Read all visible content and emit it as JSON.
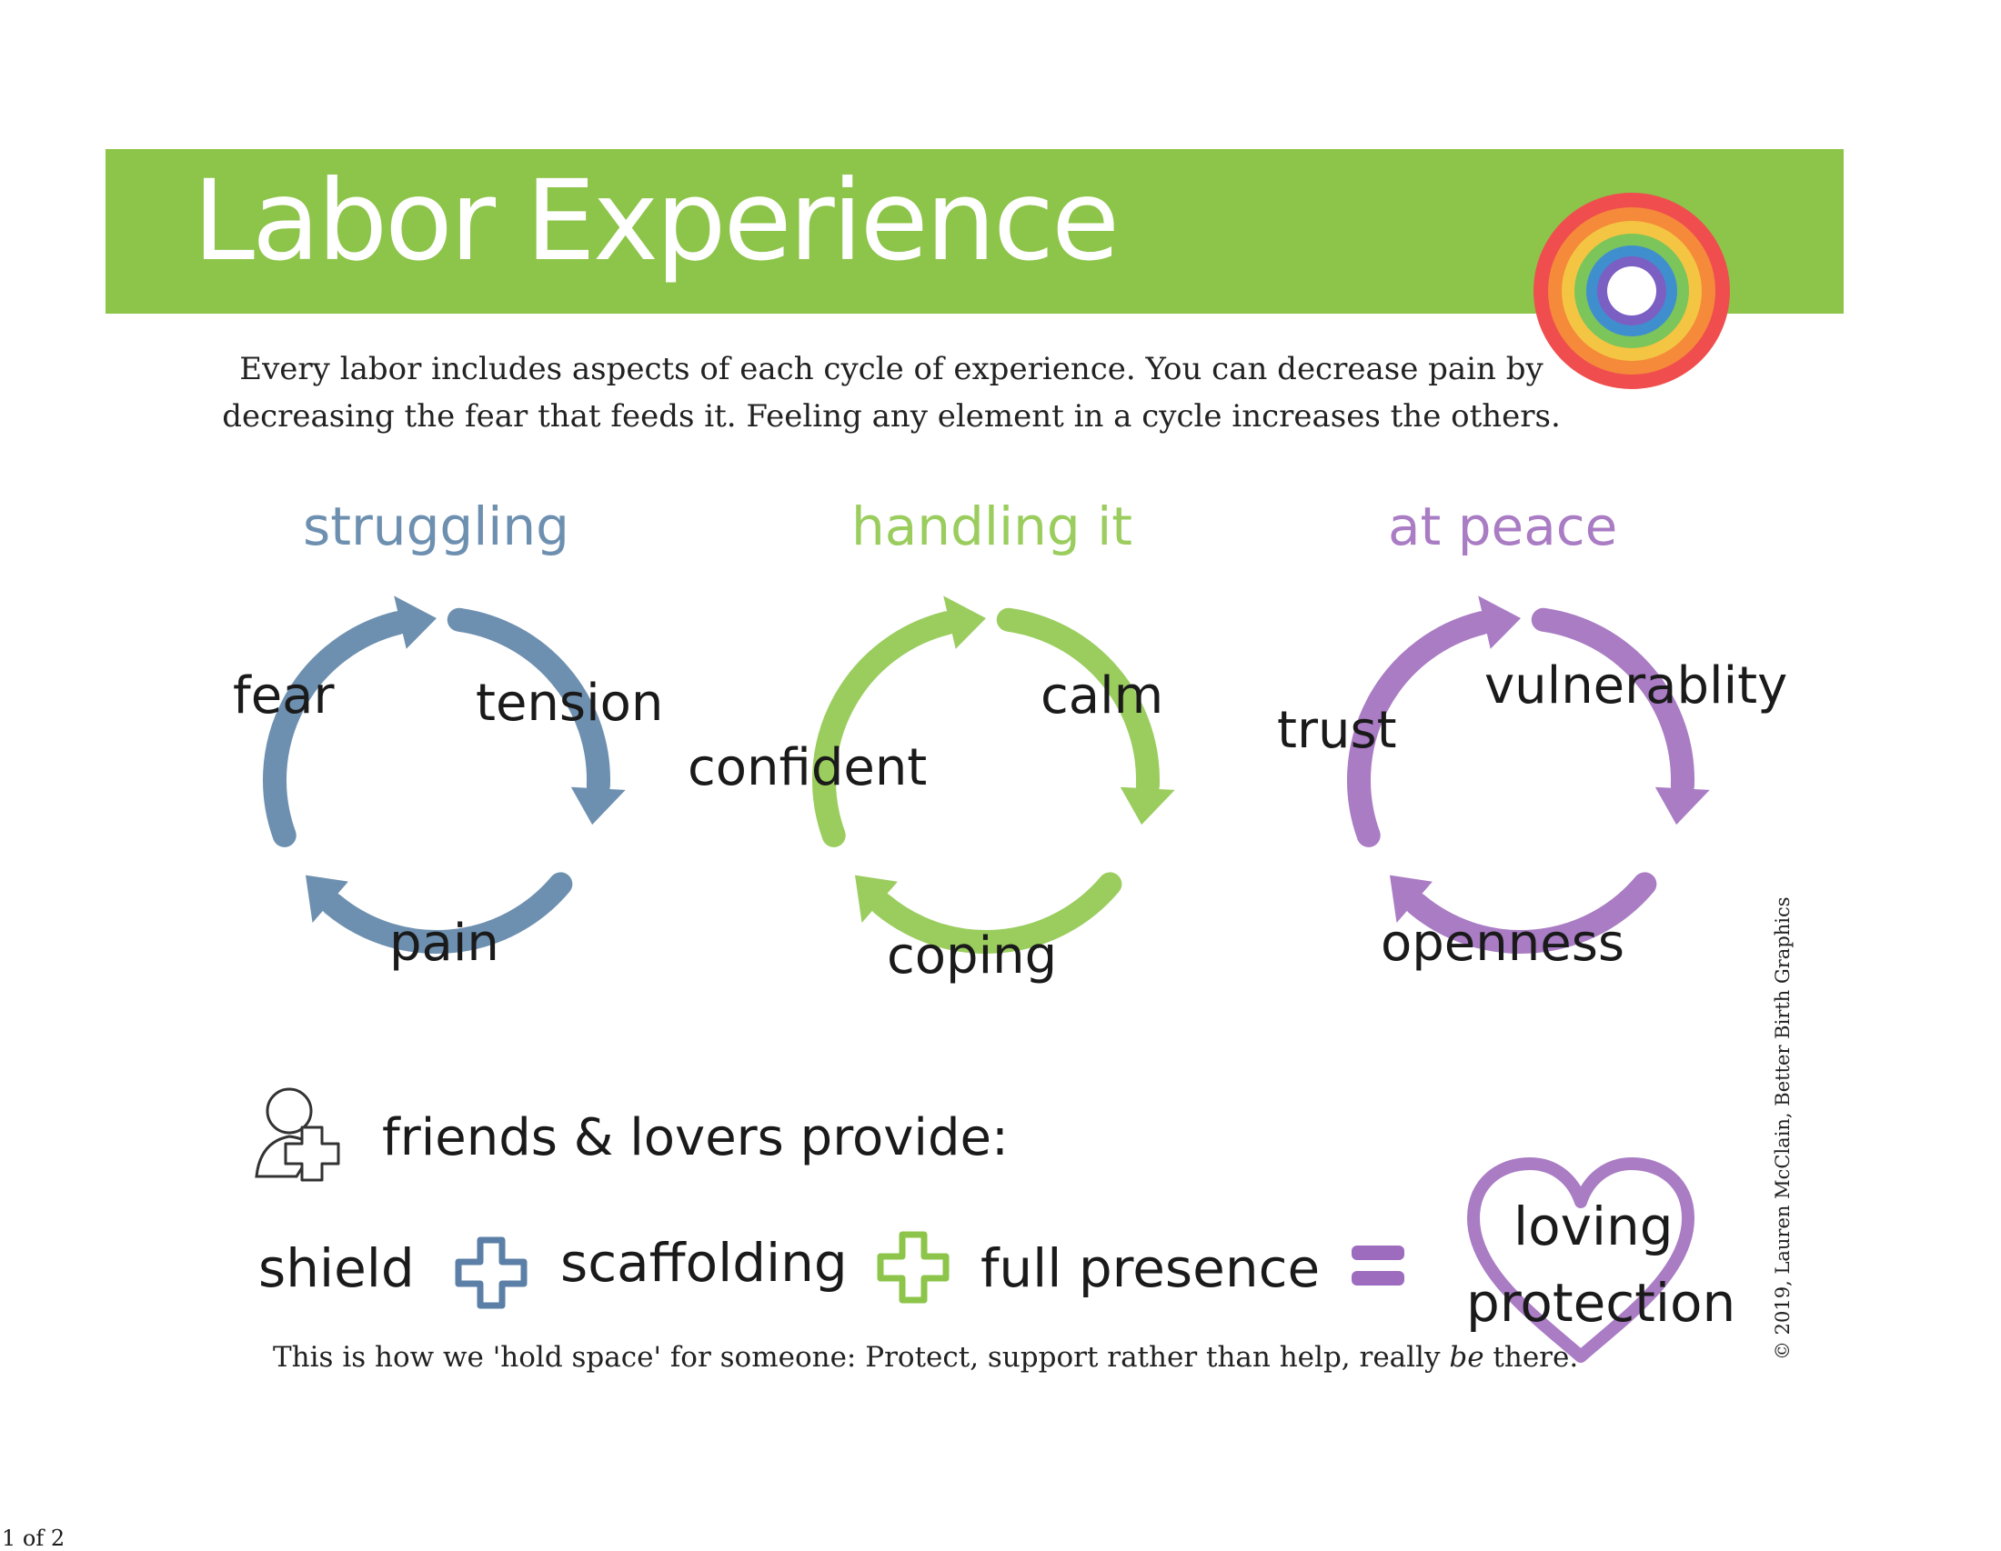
{
  "header": {
    "title": "Labor Experience",
    "band_color": "#8dc44a",
    "logo": "rainbow-rings-logo"
  },
  "intro": {
    "line1": "Every labor includes aspects of each cycle of experience. You can decrease pain by",
    "line2": "decreasing the fear that feeds it. Feeling any element in a cycle increases the others."
  },
  "cycles": [
    {
      "title": "struggling",
      "color": "#6e90b0",
      "words": [
        "fear",
        "tension",
        "pain"
      ]
    },
    {
      "title": "handling it",
      "color": "#9acd5e",
      "words": [
        "confident",
        "calm",
        "coping"
      ]
    },
    {
      "title": "at peace",
      "color": "#a97cc4",
      "words": [
        "trust",
        "vulnerablity",
        "openness"
      ]
    }
  ],
  "support": {
    "heading": "friends & lovers provide:",
    "icon": "person-plus-icon",
    "terms": [
      "shield",
      "scaffolding",
      "full presence"
    ],
    "operators": [
      "plus",
      "plus",
      "equals"
    ],
    "result": [
      "loving",
      "protection"
    ],
    "operator_colors": [
      "#5b7fa6",
      "#8dc44a",
      "#9d6cbf"
    ]
  },
  "footnote": {
    "before": "This is how we 'hold space' for someone: Protect, support rather than help, really ",
    "emphasis": "be",
    "after": " there."
  },
  "credit": "© 2019, Lauren McClain, Better Birth Graphics",
  "page_counter": "1 of 2"
}
